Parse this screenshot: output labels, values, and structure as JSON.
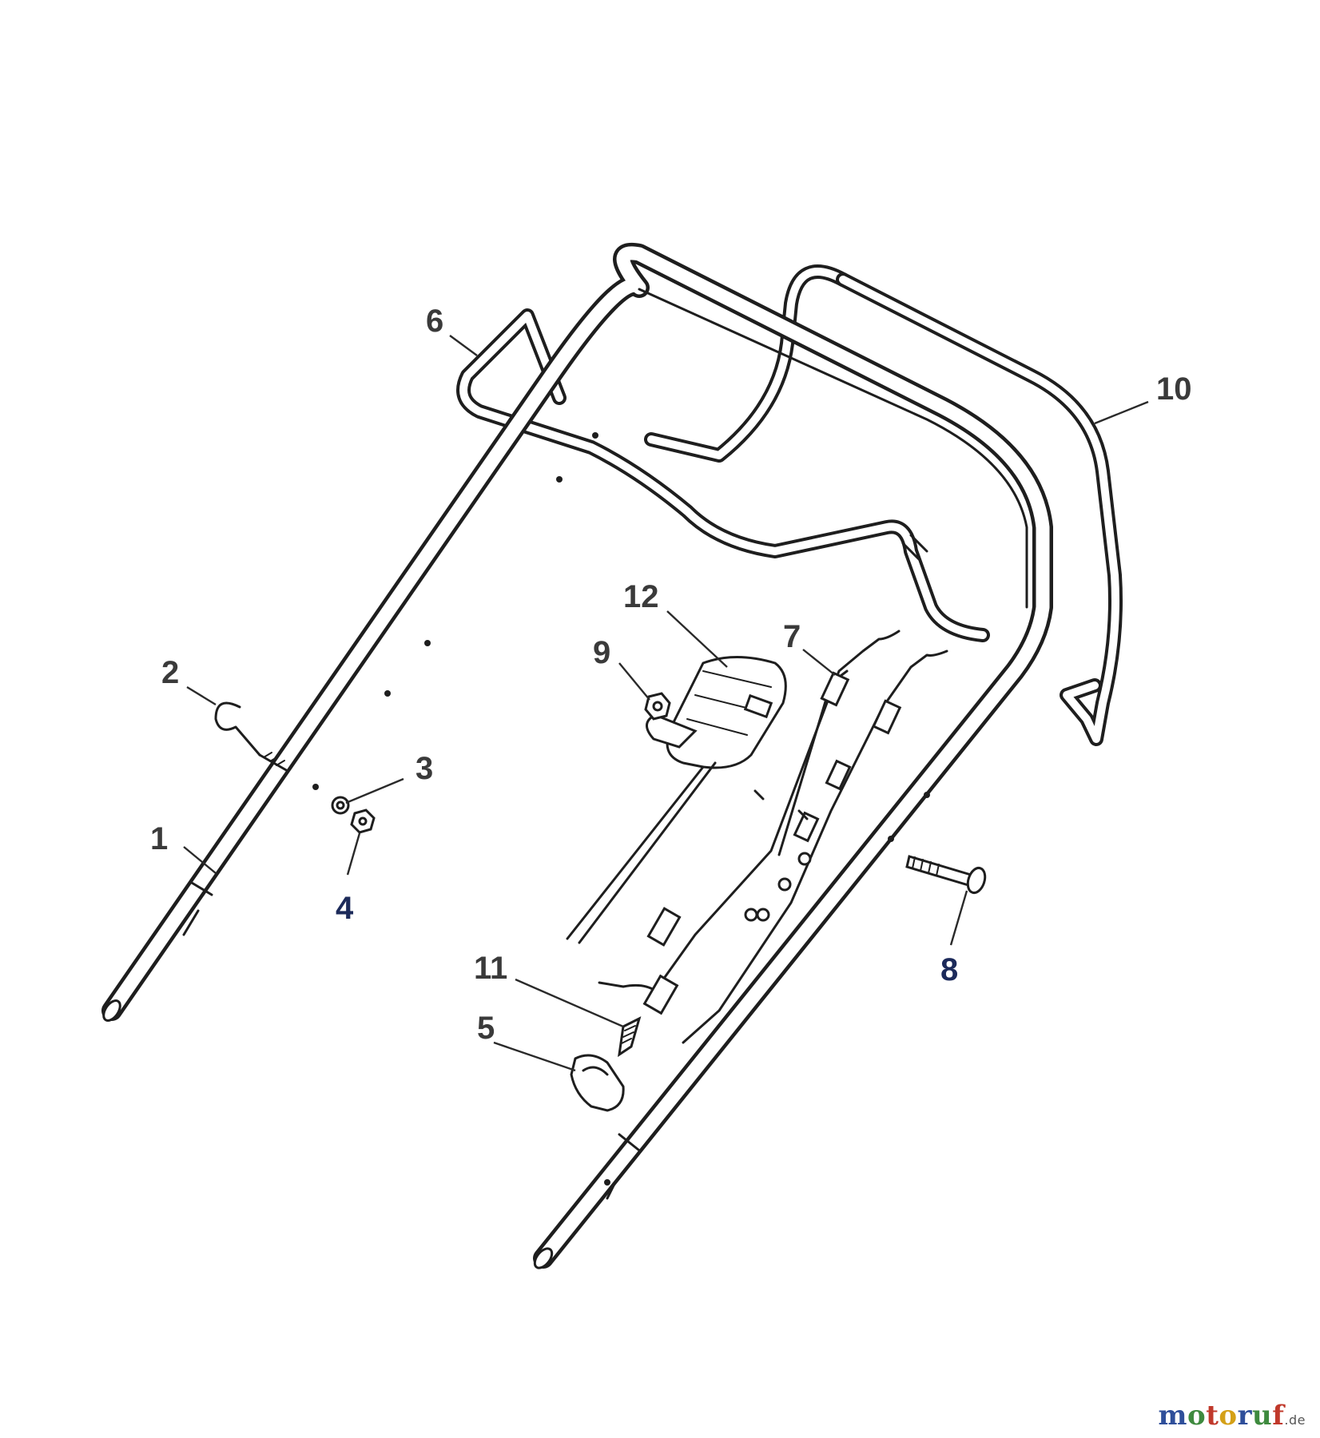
{
  "diagram": {
    "callouts": [
      {
        "id": "1",
        "label": "1"
      },
      {
        "id": "2",
        "label": "2"
      },
      {
        "id": "3",
        "label": "3"
      },
      {
        "id": "4",
        "label": "4"
      },
      {
        "id": "5",
        "label": "5"
      },
      {
        "id": "6",
        "label": "6"
      },
      {
        "id": "7",
        "label": "7"
      },
      {
        "id": "8",
        "label": "8"
      },
      {
        "id": "9",
        "label": "9"
      },
      {
        "id": "10",
        "label": "10"
      },
      {
        "id": "11",
        "label": "11"
      },
      {
        "id": "12",
        "label": "12"
      }
    ]
  },
  "branding": {
    "logo_chars": [
      "m",
      "o",
      "t",
      "o",
      "r",
      "u",
      "f"
    ],
    "logo_tld": ".de"
  }
}
